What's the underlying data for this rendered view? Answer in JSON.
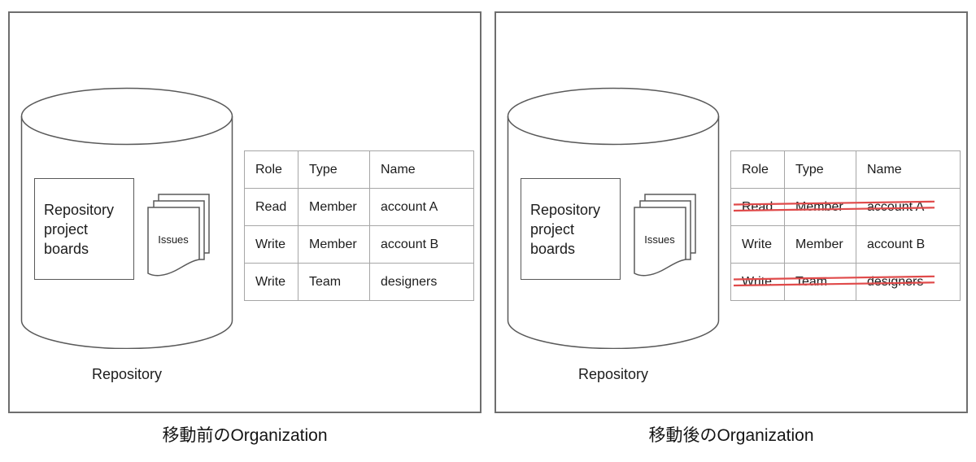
{
  "colors": {
    "strike_red": "#e04a4a",
    "shape_outline": "#595959",
    "table_border": "#a6a6a6"
  },
  "panels": [
    {
      "caption": "移動前のOrganization",
      "cylinder_label": "Repository",
      "box_label": "Repository project boards",
      "doc_label": "Issues",
      "table": {
        "headers": [
          "Role",
          "Type",
          "Name"
        ],
        "rows": [
          {
            "cells": [
              "Read",
              "Member",
              "account A"
            ],
            "struck": false
          },
          {
            "cells": [
              "Write",
              "Member",
              "account B"
            ],
            "struck": false
          },
          {
            "cells": [
              "Write",
              "Team",
              "designers"
            ],
            "struck": false
          }
        ]
      }
    },
    {
      "caption": "移動後のOrganization",
      "cylinder_label": "Repository",
      "box_label": "Repository project boards",
      "doc_label": "Issues",
      "table": {
        "headers": [
          "Role",
          "Type",
          "Name"
        ],
        "rows": [
          {
            "cells": [
              "Read",
              "Member",
              "account A"
            ],
            "struck": true
          },
          {
            "cells": [
              "Write",
              "Member",
              "account B"
            ],
            "struck": false
          },
          {
            "cells": [
              "Write",
              "Team",
              "designers"
            ],
            "struck": true
          }
        ]
      }
    }
  ]
}
